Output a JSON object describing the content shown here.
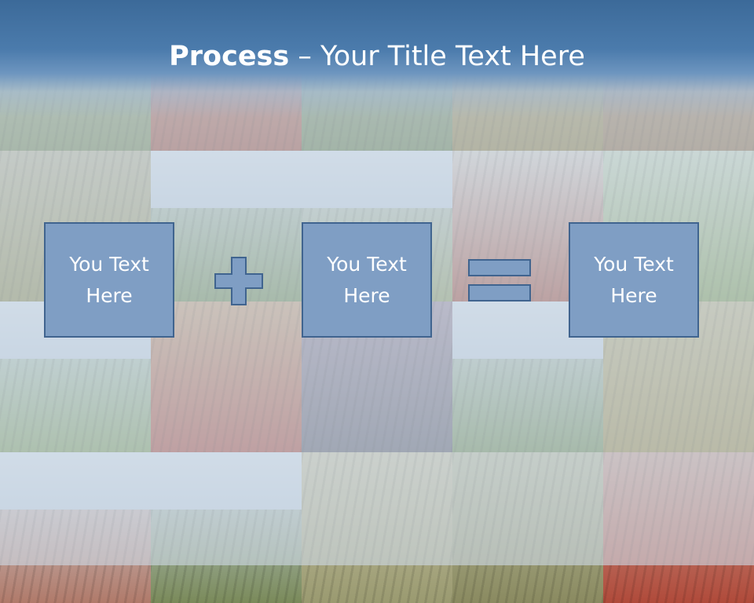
{
  "slide": {
    "title_bold": "Process",
    "title_rest": " – Your Title Text Here"
  },
  "boxes": [
    {
      "line1": "You Text",
      "line2": "Here"
    },
    {
      "line1": "You Text",
      "line2": "Here"
    },
    {
      "line1": "You Text",
      "line2": "Here"
    }
  ],
  "operators": [
    "plus",
    "equals"
  ],
  "colors": {
    "box_fill": "#7f9ec4",
    "box_border": "#40648f",
    "title_bar": "#4b7bac",
    "title_text": "#ffffff"
  }
}
